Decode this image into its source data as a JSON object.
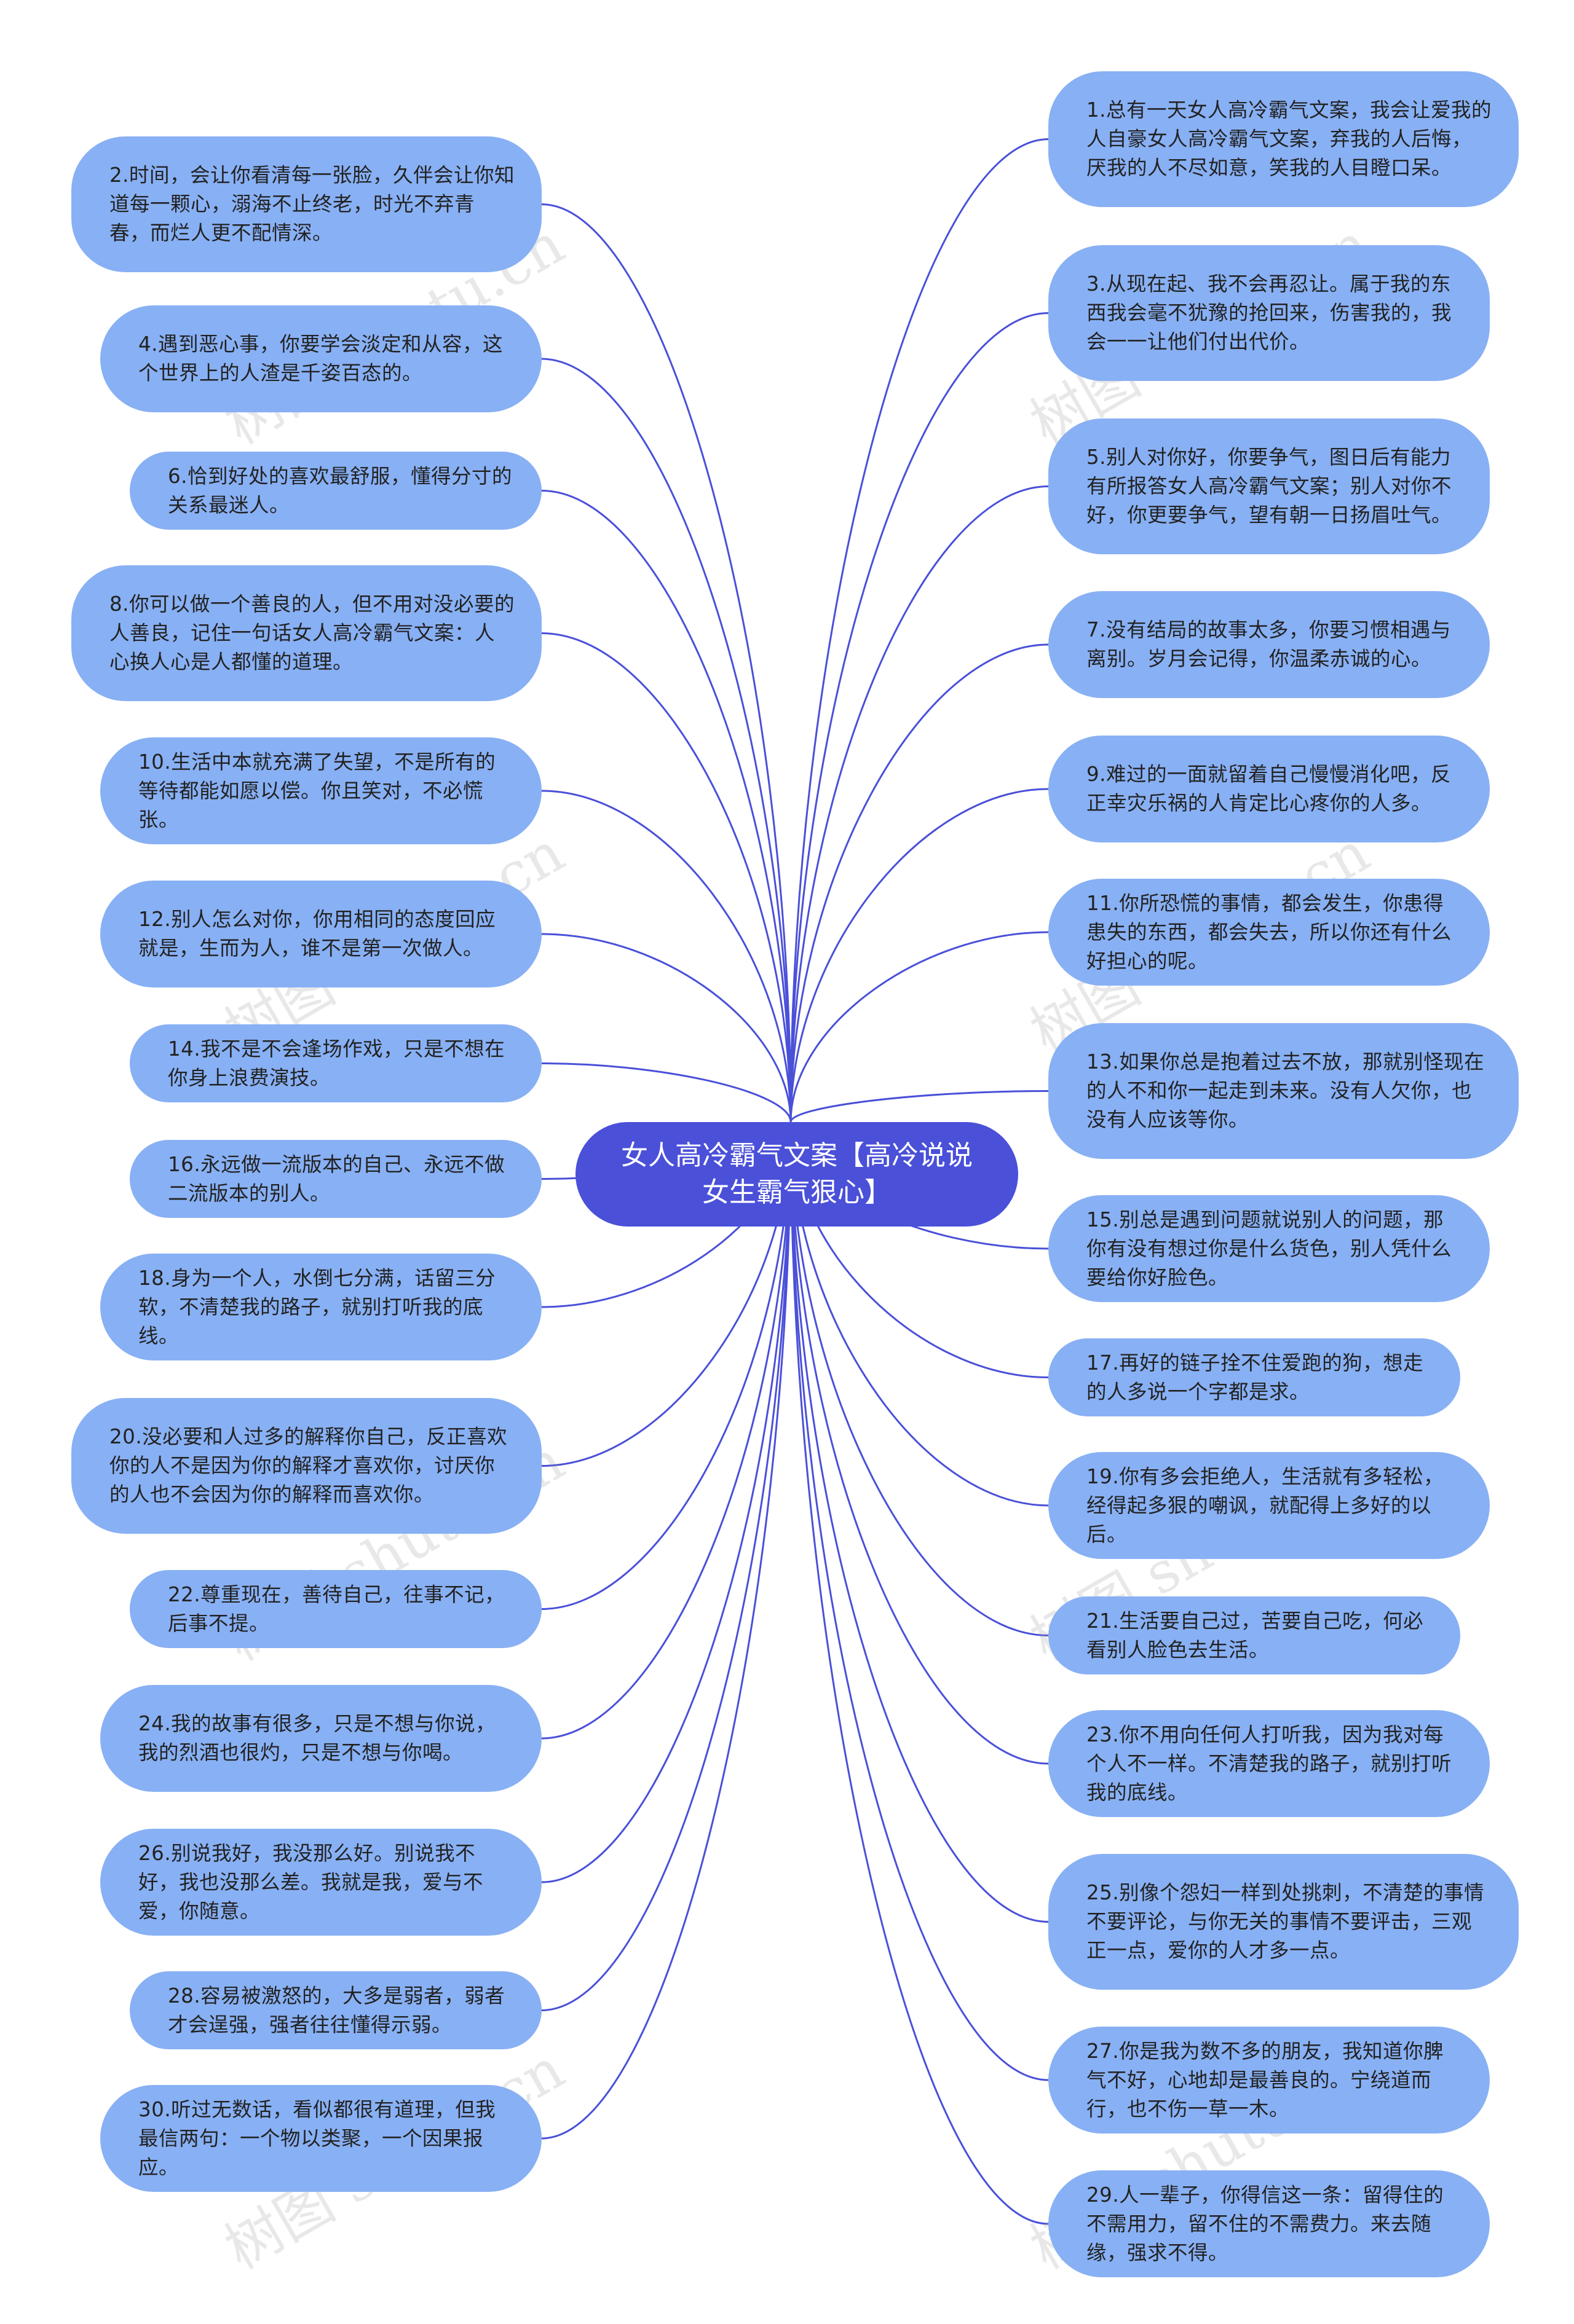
{
  "title": "女人高冷霸气文案【高冷说说女生霸气狠心】",
  "colors": {
    "center": "#4a50d8",
    "node": "#88b0f4",
    "edge": "#4a50d8",
    "watermark": "#969696"
  },
  "watermark": "树图 shutu.cn",
  "left_nodes": [
    "2.时间，会让你看清每一张脸，久伴会让你知道每一颗心，溺海不止终老，时光不弃青春，而烂人更不配情深。",
    "4.遇到恶心事，你要学会淡定和从容，这个世界上的人渣是千姿百态的。",
    "6.恰到好处的喜欢最舒服，懂得分寸的关系最迷人。",
    "8.你可以做一个善良的人，但不用对没必要的人善良，记住一句话女人高冷霸气文案：人心换人心是人都懂的道理。",
    "10.生活中本就充满了失望，不是所有的等待都能如愿以偿。你且笑对，不必慌张。",
    "12.别人怎么对你，你用相同的态度回应就是，生而为人，谁不是第一次做人。",
    "14.我不是不会逢场作戏，只是不想在你身上浪费演技。",
    "16.永远做一流版本的自己、永远不做二流版本的别人。",
    "18.身为一个人，水倒七分满，话留三分软，不清楚我的路子，就别打听我的底线。",
    "20.没必要和人过多的解释你自己，反正喜欢你的人不是因为你的解释才喜欢你，讨厌你的人也不会因为你的解释而喜欢你。",
    "22.尊重现在，善待自己，往事不记，后事不提。",
    "24.我的故事有很多，只是不想与你说，我的烈酒也很灼，只是不想与你喝。",
    "26.别说我好，我没那么好。别说我不好，我也没那么差。我就是我，爱与不爱，你随意。",
    "28.容易被激怒的，大多是弱者，弱者才会逞强，强者往往懂得示弱。",
    "30.听过无数话，看似都很有道理，但我最信两句：一个物以类聚，一个因果报应。"
  ],
  "right_nodes": [
    "1.总有一天女人高冷霸气文案，我会让爱我的人自豪女人高冷霸气文案，弃我的人后悔，厌我的人不尽如意，笑我的人目瞪口呆。",
    "3.从现在起、我不会再忍让。属于我的东西我会毫不犹豫的抢回来，伤害我的，我会一一让他们付出代价。",
    "5.别人对你好，你要争气，图日后有能力有所报答女人高冷霸气文案；别人对你不好，你更要争气，望有朝一日扬眉吐气。",
    "7.没有结局的故事太多，你要习惯相遇与离别。岁月会记得，你温柔赤诚的心。",
    "9.难过的一面就留着自己慢慢消化吧，反正幸灾乐祸的人肯定比心疼你的人多。",
    "11.你所恐慌的事情，都会发生，你患得患失的东西，都会失去，所以你还有什么好担心的呢。",
    "13.如果你总是抱着过去不放，那就别怪现在的人不和你一起走到未来。没有人欠你，也没有人应该等你。",
    "15.别总是遇到问题就说别人的问题，那你有没有想过你是什么货色，别人凭什么要给你好脸色。",
    "17.再好的链子拴不住爱跑的狗，想走的人多说一个字都是求。",
    "19.你有多会拒绝人，生活就有多轻松，经得起多狠的嘲讽，就配得上多好的以后。",
    "21.生活要自己过，苦要自己吃，何必看别人脸色去生活。",
    "23.你不用向任何人打听我，因为我对每个人不一样。不清楚我的路子，就别打听我的底线。",
    "25.别像个怨妇一样到处挑刺，不清楚的事情不要评论，与你无关的事情不要评击，三观正一点，爱你的人才多一点。",
    "27.你是我为数不多的朋友，我知道你脾气不好，心地却是最善良的。宁绕道而行，也不伤一草一木。",
    "29.人一辈子，你得信这一条：留得住的不需用力，留不住的不需费力。来去随缘，强求不得。"
  ]
}
